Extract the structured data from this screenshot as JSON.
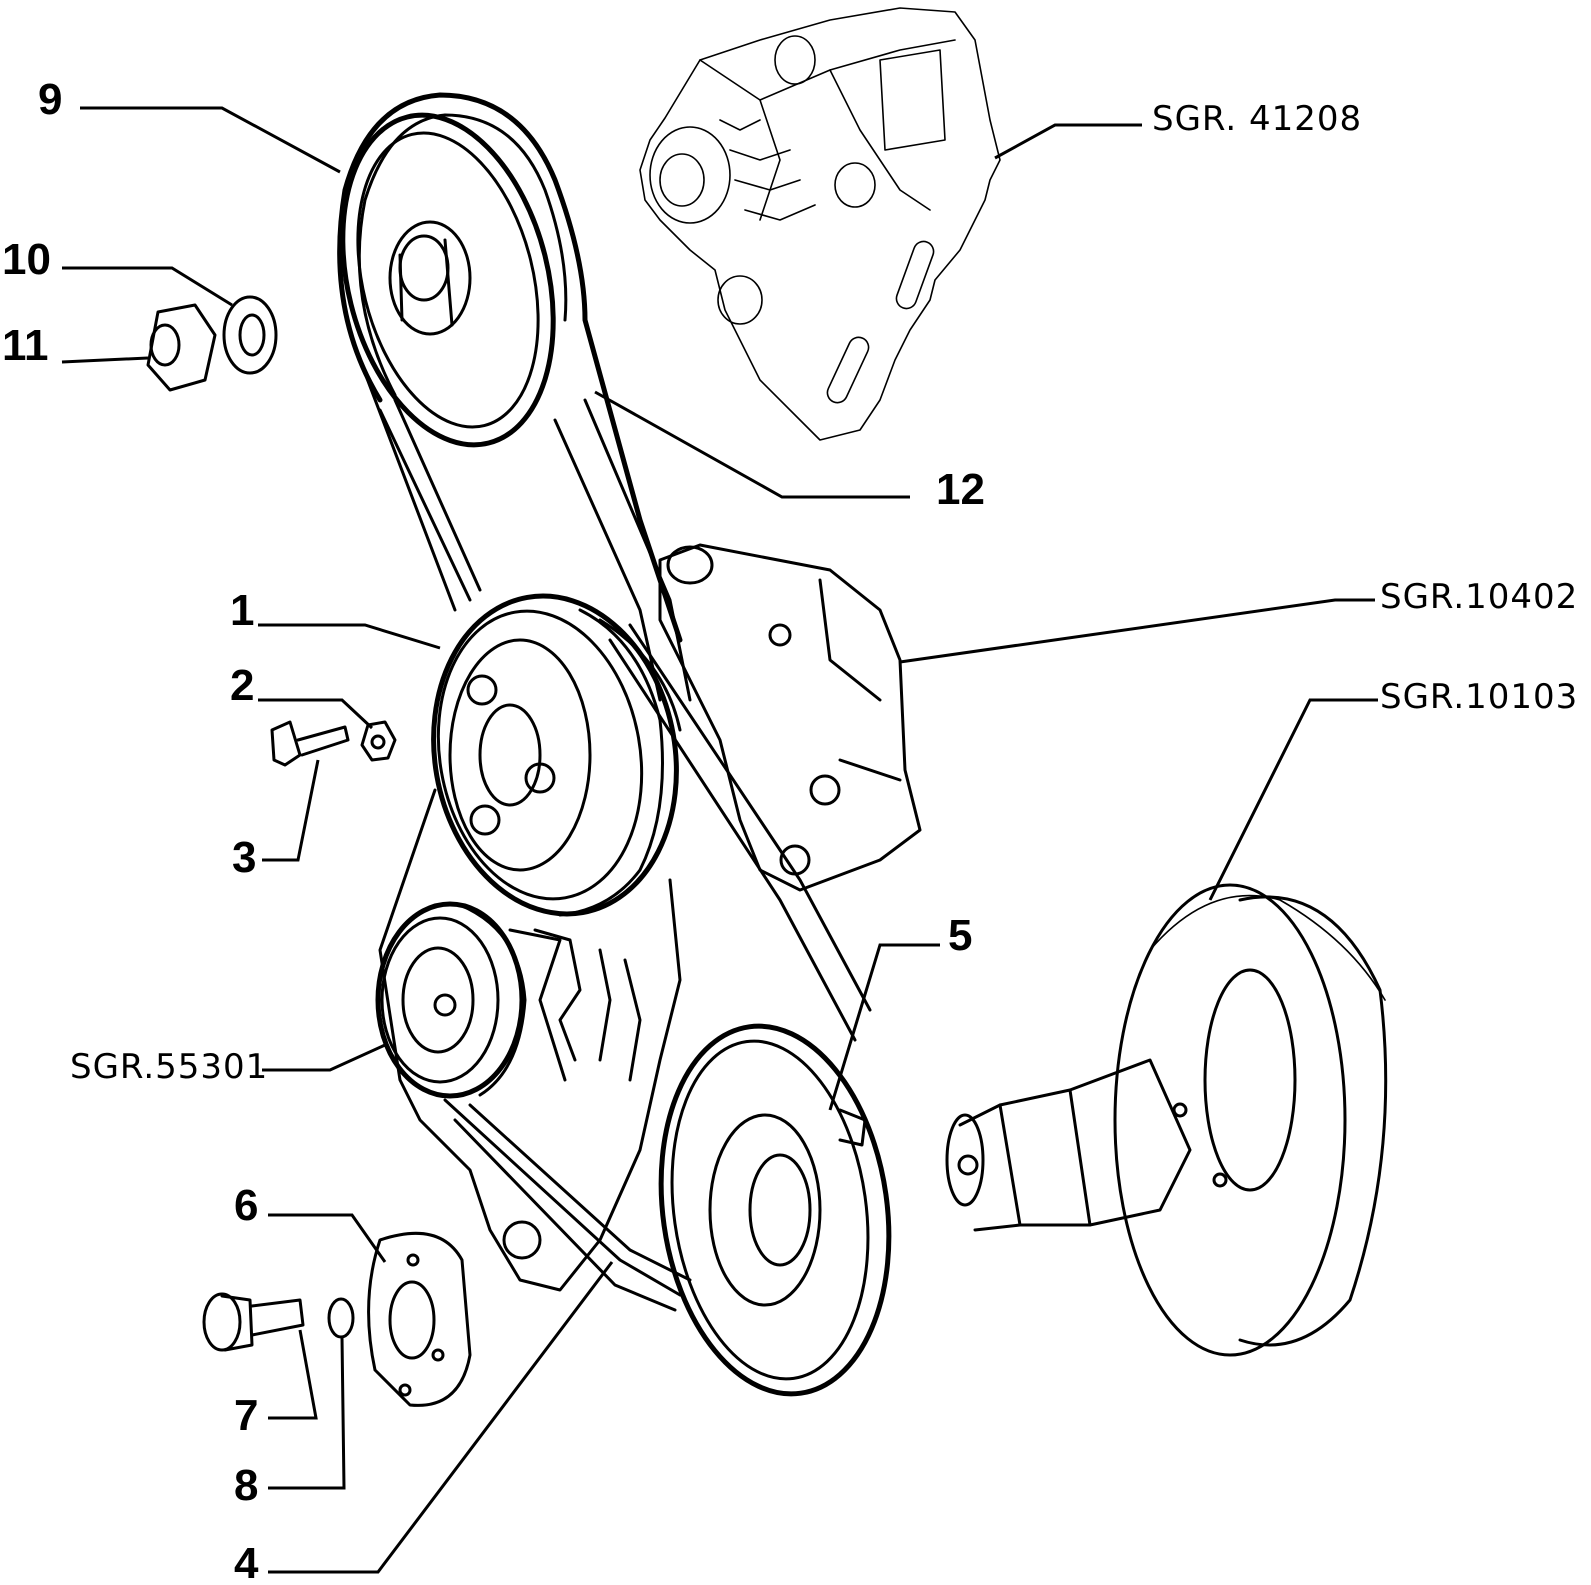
{
  "diagram": {
    "callouts": [
      {
        "id": "9",
        "label": "9"
      },
      {
        "id": "10",
        "label": "10"
      },
      {
        "id": "11",
        "label": "11"
      },
      {
        "id": "12",
        "label": "12"
      },
      {
        "id": "1",
        "label": "1"
      },
      {
        "id": "2",
        "label": "2"
      },
      {
        "id": "3",
        "label": "3"
      },
      {
        "id": "5",
        "label": "5"
      },
      {
        "id": "6",
        "label": "6"
      },
      {
        "id": "7",
        "label": "7"
      },
      {
        "id": "8",
        "label": "8"
      },
      {
        "id": "4",
        "label": "4"
      }
    ],
    "references": [
      {
        "id": "sgr-41208",
        "label": "SGR. 41208"
      },
      {
        "id": "sgr-10402",
        "label": "SGR.10402"
      },
      {
        "id": "sgr-10103",
        "label": "SGR.10103"
      },
      {
        "id": "sgr-55301",
        "label": "SGR.55301"
      }
    ]
  }
}
